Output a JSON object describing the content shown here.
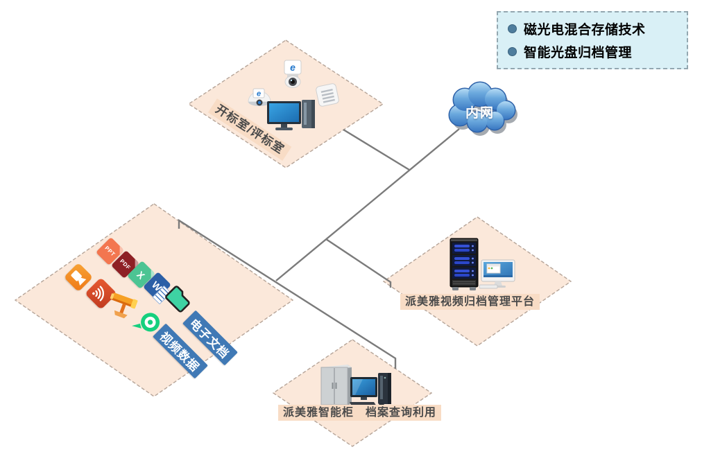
{
  "legend": {
    "items": [
      {
        "label": "磁光电混合存储技术"
      },
      {
        "label": "智能光盘归档管理"
      }
    ]
  },
  "cloud": {
    "label": "内网"
  },
  "zones": {
    "bid_room": {
      "label": "开标室/评标室"
    },
    "sources": {
      "edoc_label": "电子文档",
      "video_label": "视频数据",
      "file_badges": {
        "ppt": "PPT",
        "pdf": "PDF",
        "excel": "X",
        "word": "W"
      }
    },
    "platform": {
      "label": "派美雅视频归档管理平台"
    },
    "smart_cabinet": {
      "label": "派美雅智能柜　档案查询利用"
    }
  },
  "icons": {
    "camera_logo": "e"
  },
  "colors": {
    "zone_fill": "#fbe8da",
    "zone_dash_border": "#b5a498",
    "zone_label_strip": "#f8dcc5",
    "connector_line": "#7b7b7b",
    "blue_strip": "#4079b5",
    "legend_bg": "#d9f0f6",
    "legend_bullet": "#4e7d9d",
    "cloud_blue": "#3a78c2"
  }
}
